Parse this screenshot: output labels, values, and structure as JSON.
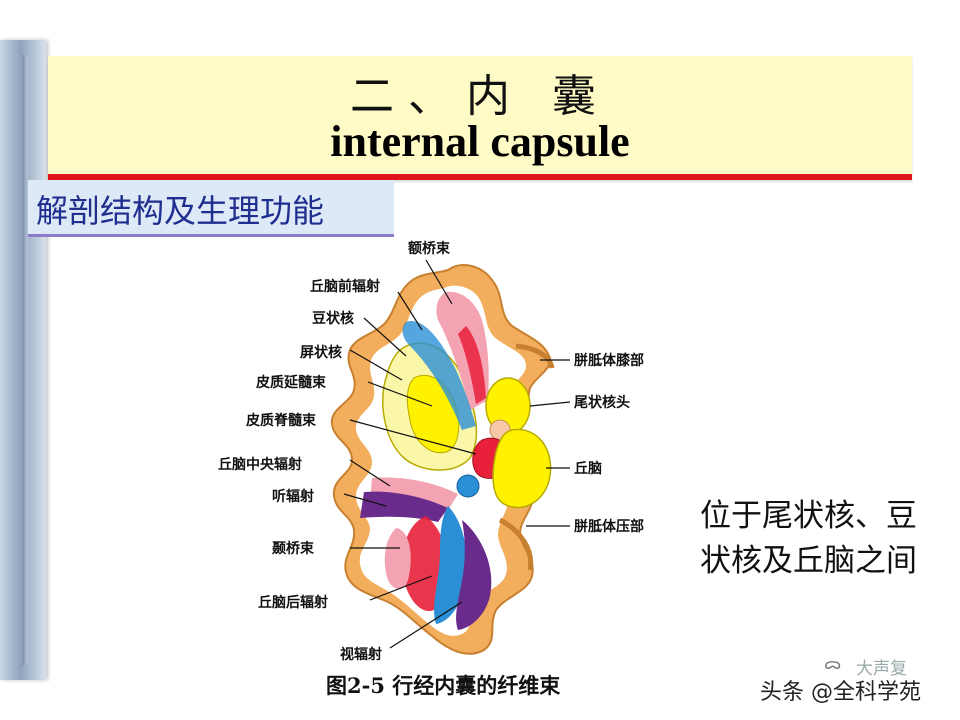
{
  "slide": {
    "title_cn": "二、内 囊",
    "title_en": "internal capsule",
    "subtitle": "解剖结构及生理功能",
    "description": "位于尾状核、豆状核及丘脑之间",
    "caption": "图2-5 行经内囊的纤维束",
    "watermark": "头条 @全科学苑",
    "watermark_faint": "大声复"
  },
  "figure": {
    "labels_left": [
      "丘脑前辐射",
      "豆状核",
      "屏状核",
      "皮质延髓束",
      "皮质脊髓束",
      "丘脑中央辐射",
      "听辐射",
      "颞桥束",
      "丘脑后辐射",
      "视辐射"
    ],
    "labels_right": [
      "胼胝体膝部",
      "尾状核头",
      "丘脑",
      "胼胝体压部"
    ],
    "label_top": "额桥束",
    "colors": {
      "cortex": "#f2ae5c",
      "nucleus_yellow": "#fff200",
      "pale_yellow": "#fbf7a8",
      "red": "#e8203a",
      "pink": "#f4a3b3",
      "blue": "#2b8fd6",
      "purple": "#6a2c8c",
      "light_blue": "#a9d4f0"
    }
  }
}
